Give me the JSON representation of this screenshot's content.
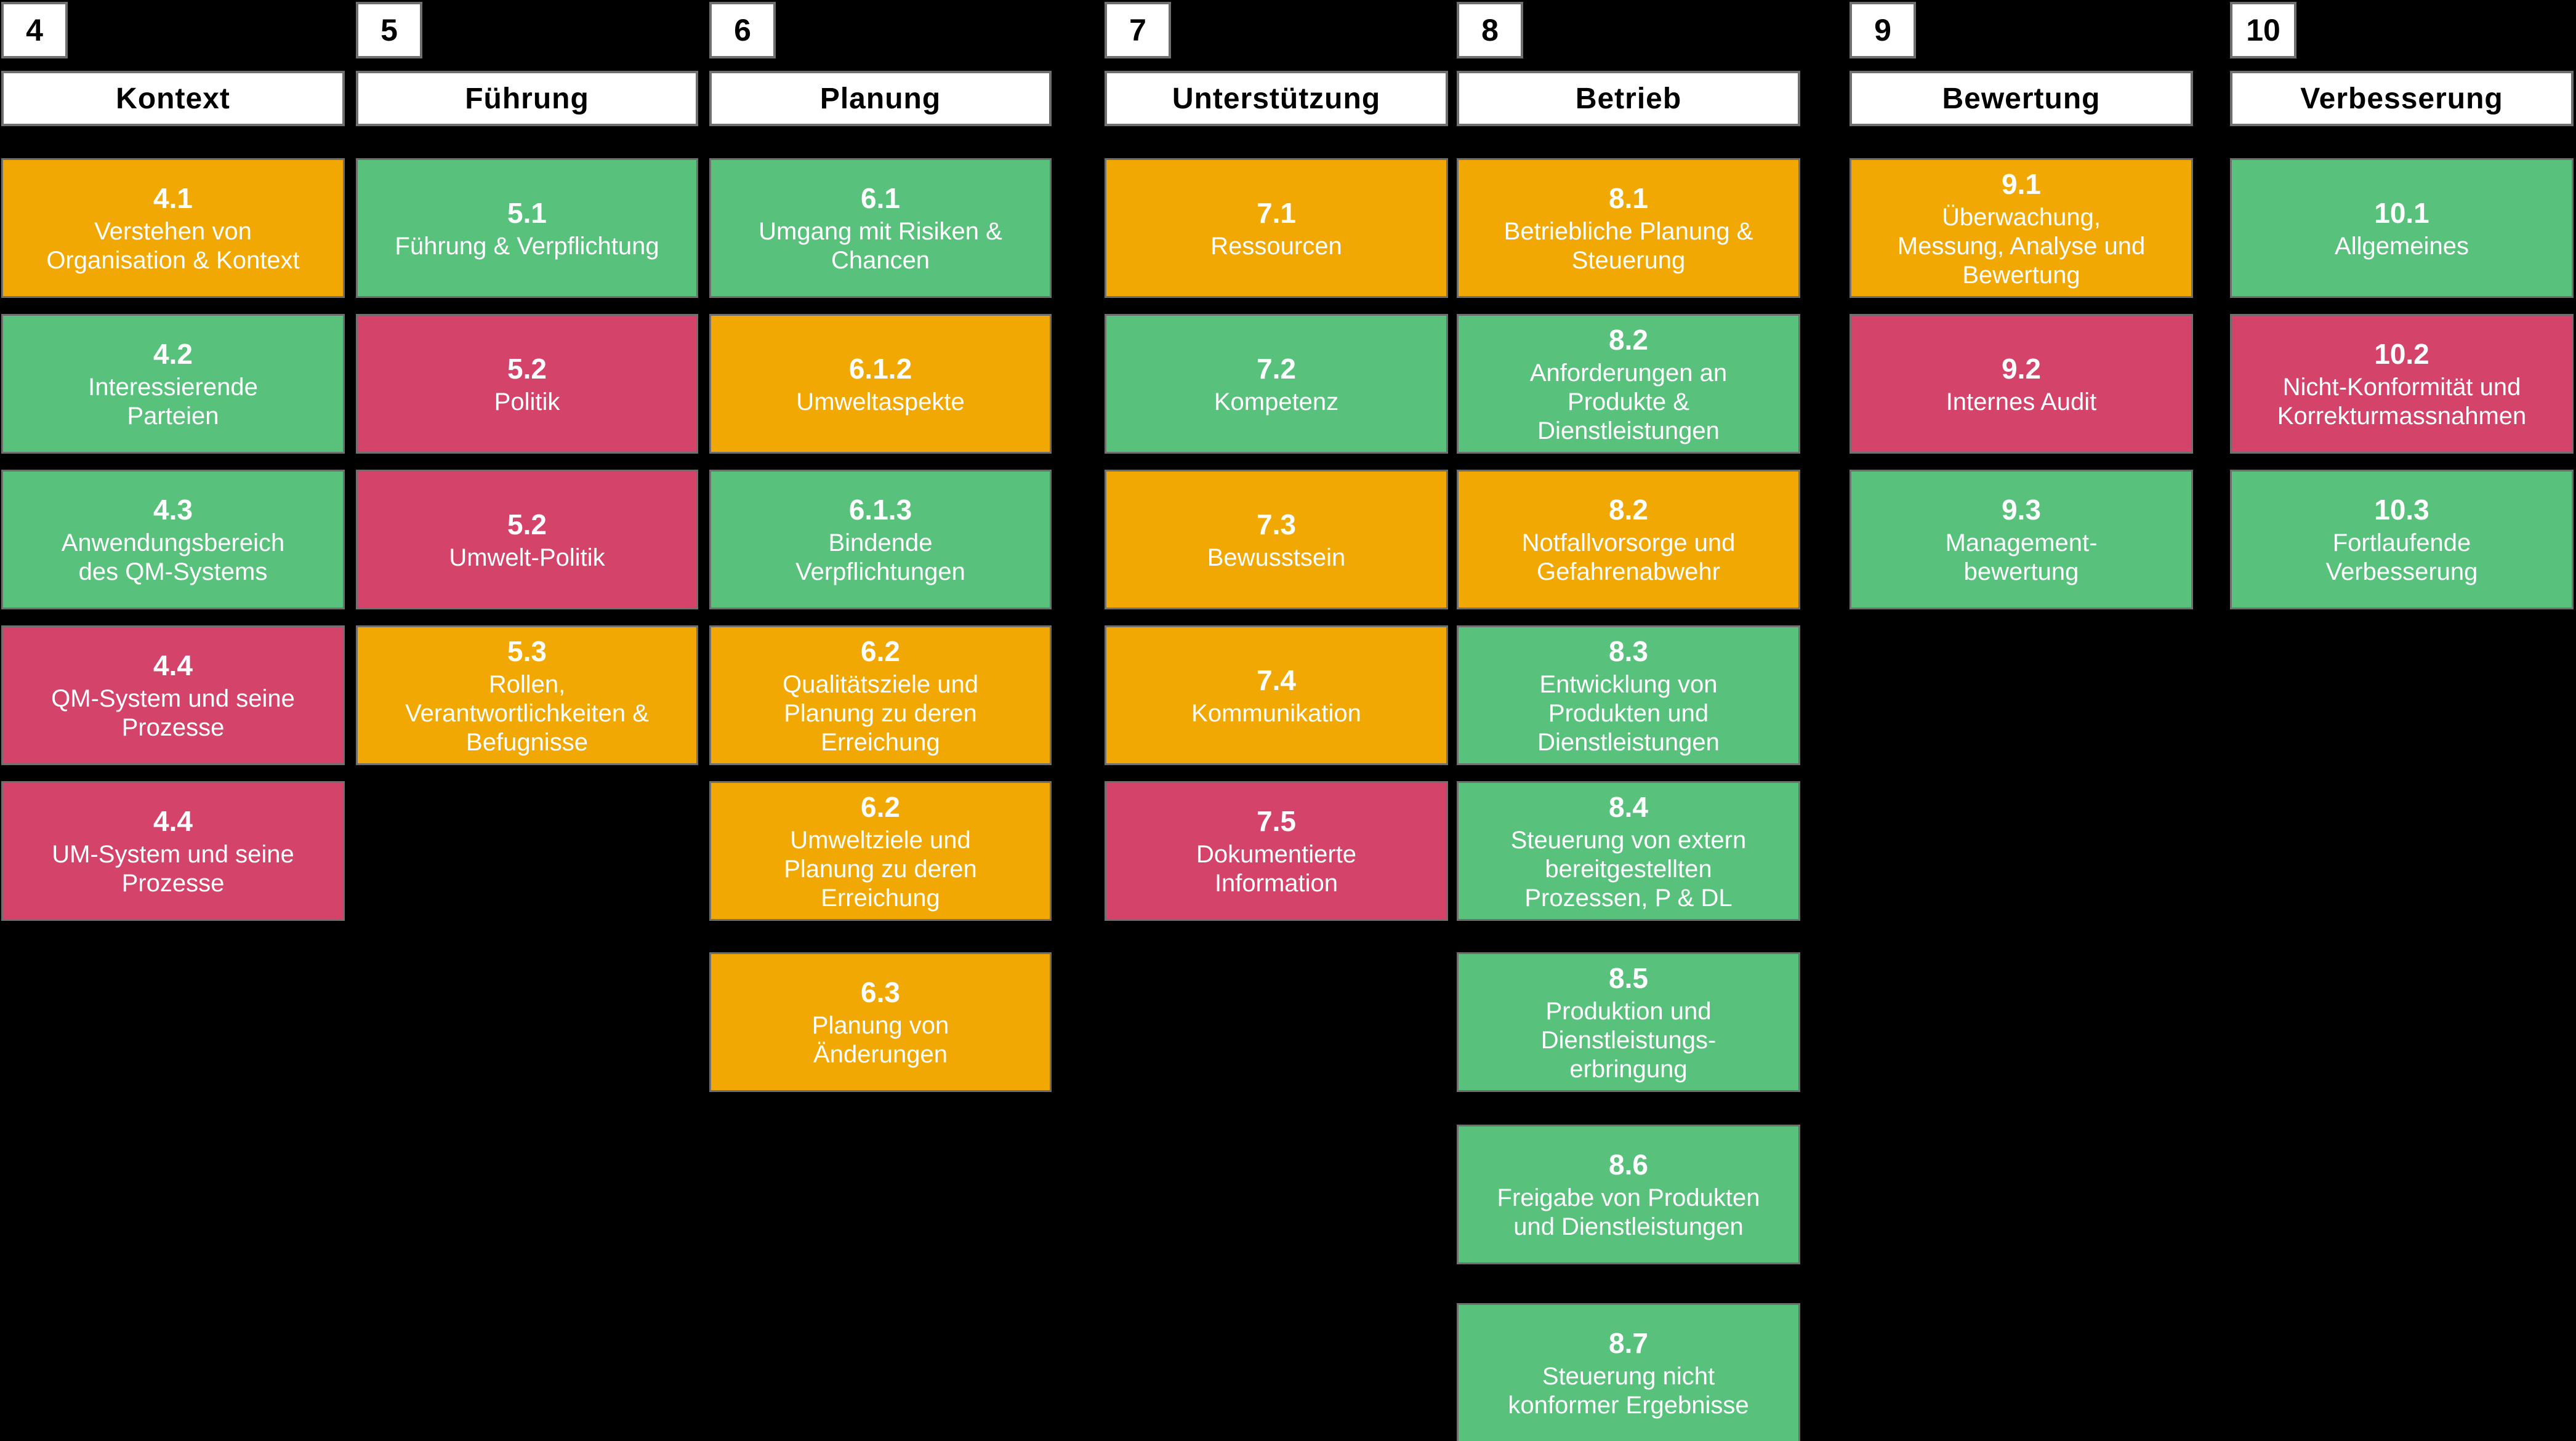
{
  "colors": {
    "orange": "#F2A802",
    "green": "#58C27D",
    "pink": "#D4446A",
    "border": "#6F6F6F",
    "background": "#000000",
    "header_bg": "#FFFFFF",
    "header_text": "#000000",
    "box_text": "#FFFFFF"
  },
  "columns": [
    {
      "number": "4",
      "title": "Kontext",
      "boxes": [
        {
          "id": "4.1",
          "label": "Verstehen von\nOrganisation & Kontext",
          "color": "orange"
        },
        {
          "id": "4.2",
          "label": "Interessierende\nParteien",
          "color": "green"
        },
        {
          "id": "4.3",
          "label": "Anwendungsbereich\ndes QM-Systems",
          "color": "green"
        },
        {
          "id": "4.4",
          "label": "QM-System und seine\nProzesse",
          "color": "pink"
        },
        {
          "id": "4.4",
          "label": "UM-System und seine\nProzesse",
          "color": "pink"
        }
      ]
    },
    {
      "number": "5",
      "title": "Führung",
      "boxes": [
        {
          "id": "5.1",
          "label": "Führung & Verpflichtung",
          "color": "green"
        },
        {
          "id": "5.2",
          "label": "Politik",
          "color": "pink"
        },
        {
          "id": "5.2",
          "label": "Umwelt-Politik",
          "color": "pink"
        },
        {
          "id": "5.3",
          "label": "Rollen,\nVerantwortlichkeiten &\nBefugnisse",
          "color": "orange"
        }
      ]
    },
    {
      "number": "6",
      "title": "Planung",
      "boxes": [
        {
          "id": "6.1",
          "label": "Umgang mit Risiken &\nChancen",
          "color": "green"
        },
        {
          "id": "6.1.2",
          "label": "Umweltaspekte",
          "color": "orange"
        },
        {
          "id": "6.1.3",
          "label": "Bindende\nVerpflichtungen",
          "color": "green"
        },
        {
          "id": "6.2",
          "label": "Qualitätsziele und\nPlanung zu deren\nErreichung",
          "color": "orange"
        },
        {
          "id": "6.2",
          "label": "Umweltziele und\nPlanung zu deren\nErreichung",
          "color": "orange"
        },
        {
          "id": "6.3",
          "label": "Planung von\nÄnderungen",
          "color": "orange"
        }
      ]
    },
    {
      "number": "7",
      "title": "Unterstützung",
      "boxes": [
        {
          "id": "7.1",
          "label": "Ressourcen",
          "color": "orange"
        },
        {
          "id": "7.2",
          "label": "Kompetenz",
          "color": "green"
        },
        {
          "id": "7.3",
          "label": "Bewusstsein",
          "color": "orange"
        },
        {
          "id": "7.4",
          "label": "Kommunikation",
          "color": "orange"
        },
        {
          "id": "7.5",
          "label": "Dokumentierte\nInformation",
          "color": "pink"
        }
      ]
    },
    {
      "number": "8",
      "title": "Betrieb",
      "boxes": [
        {
          "id": "8.1",
          "label": "Betriebliche Planung &\nSteuerung",
          "color": "orange"
        },
        {
          "id": "8.2",
          "label": "Anforderungen an\nProdukte &\nDienstleistungen",
          "color": "green"
        },
        {
          "id": "8.2",
          "label": "Notfallvorsorge und\nGefahrenabwehr",
          "color": "orange"
        },
        {
          "id": "8.3",
          "label": "Entwicklung von\nProdukten und\nDienstleistungen",
          "color": "green"
        },
        {
          "id": "8.4",
          "label": "Steuerung von extern\nbereitgestellten\nProzessen, P & DL",
          "color": "green"
        },
        {
          "id": "8.5",
          "label": "Produktion und\nDienstleistungs-\nerbringung",
          "color": "green"
        },
        {
          "id": "8.6",
          "label": "Freigabe von Produkten\nund Dienstleistungen",
          "color": "green"
        },
        {
          "id": "8.7",
          "label": "Steuerung nicht\nkonformer Ergebnisse",
          "color": "green"
        }
      ]
    },
    {
      "number": "9",
      "title": "Bewertung",
      "boxes": [
        {
          "id": "9.1",
          "label": "Überwachung,\nMessung, Analyse und\nBewertung",
          "color": "orange"
        },
        {
          "id": "9.2",
          "label": "Internes Audit",
          "color": "pink"
        },
        {
          "id": "9.3",
          "label": "Management-\nbewertung",
          "color": "green"
        }
      ]
    },
    {
      "number": "10",
      "title": "Verbesserung",
      "boxes": [
        {
          "id": "10.1",
          "label": "Allgemeines",
          "color": "green"
        },
        {
          "id": "10.2",
          "label": "Nicht-Konformität und\nKorrekturmassnahmen",
          "color": "pink"
        },
        {
          "id": "10.3",
          "label": "Fortlaufende\nVerbesserung",
          "color": "green"
        }
      ]
    }
  ]
}
